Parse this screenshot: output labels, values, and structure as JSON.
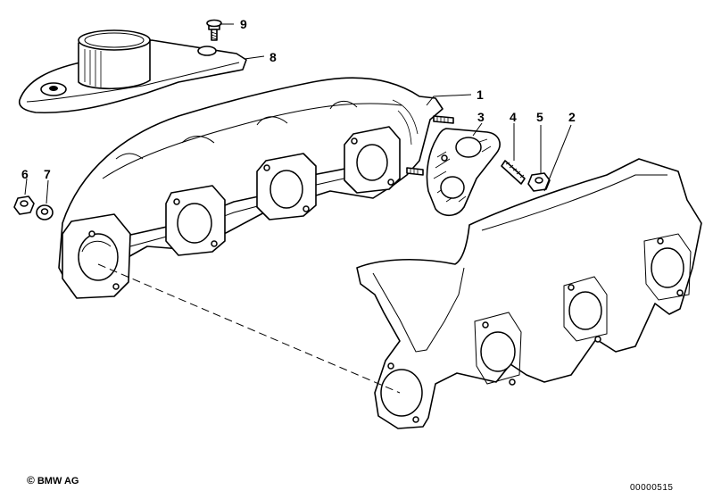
{
  "diagram": {
    "callouts": [
      {
        "id": "1",
        "label": "1"
      },
      {
        "id": "2",
        "label": "2"
      },
      {
        "id": "3",
        "label": "3"
      },
      {
        "id": "4",
        "label": "4"
      },
      {
        "id": "5",
        "label": "5"
      },
      {
        "id": "6",
        "label": "6"
      },
      {
        "id": "7",
        "label": "7"
      },
      {
        "id": "8",
        "label": "8"
      },
      {
        "id": "9",
        "label": "9"
      }
    ]
  },
  "footer": {
    "copyright_symbol": "©",
    "copyright_text": "BMW AG",
    "reference_number": "00000515"
  }
}
